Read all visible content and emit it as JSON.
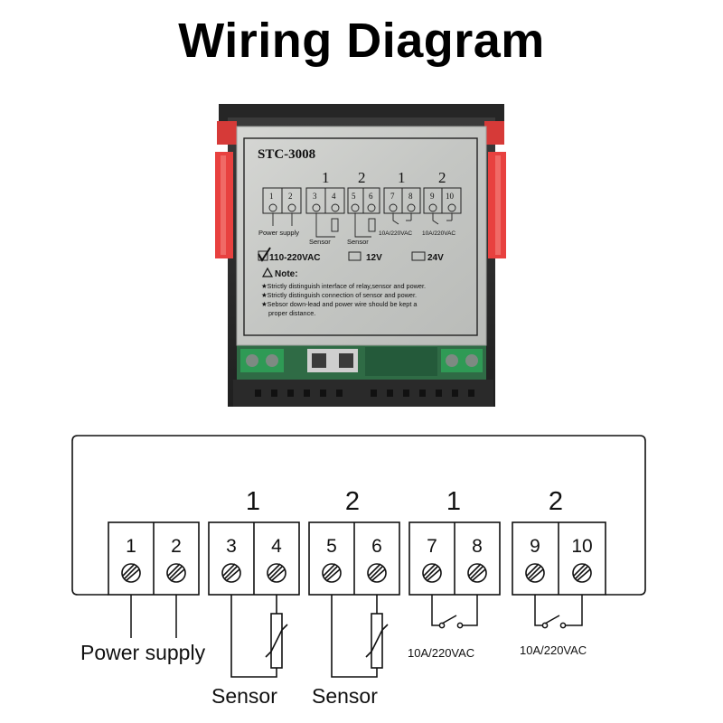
{
  "title": "Wiring Diagram",
  "label": {
    "model": "STC-3008",
    "groups": [
      "1",
      "2",
      "1",
      "2"
    ],
    "terminals": [
      "1",
      "2",
      "3",
      "4",
      "5",
      "6",
      "7",
      "8",
      "9",
      "10"
    ],
    "power_supply": "Power supply",
    "sensor_1": "Sensor",
    "sensor_2": "Sensor",
    "relay_1_rating": "10A/220VAC",
    "relay_2_rating": "10A/220VAC",
    "voltage_options": [
      {
        "text": "110-220VAC",
        "checked": true
      },
      {
        "text": "12V",
        "checked": false
      },
      {
        "text": "24V",
        "checked": false
      }
    ],
    "note_title": "Note:",
    "notes": [
      "★Strictly distinguish interface of relay,sensor and power.",
      "★Strictly distinguish connection of sensor and power.",
      "★Sebsor down-lead and power wire should be kept a",
      "proper distance."
    ]
  },
  "diagram": {
    "groups": [
      "1",
      "2",
      "1",
      "2"
    ],
    "terminals": [
      "1",
      "2",
      "3",
      "4",
      "5",
      "6",
      "7",
      "8",
      "9",
      "10"
    ],
    "power_supply": "Power supply",
    "sensor_1": "Sensor",
    "sensor_2": "Sensor",
    "relay_1_rating": "10A/220VAC",
    "relay_2_rating": "10A/220VAC"
  },
  "colors": {
    "clip_red": "#e8413f",
    "housing": "#2d2d2d",
    "label_silver": "#c7c9c6",
    "pcb_green": "#2f6b45",
    "terminal_green": "#2f9a55"
  }
}
